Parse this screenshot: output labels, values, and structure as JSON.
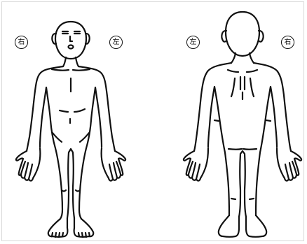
{
  "markers": {
    "front_right": "右",
    "front_left": "左",
    "back_left": "左",
    "back_right": "右"
  },
  "colors": {
    "line": "#111111",
    "background": "#ffffff"
  }
}
